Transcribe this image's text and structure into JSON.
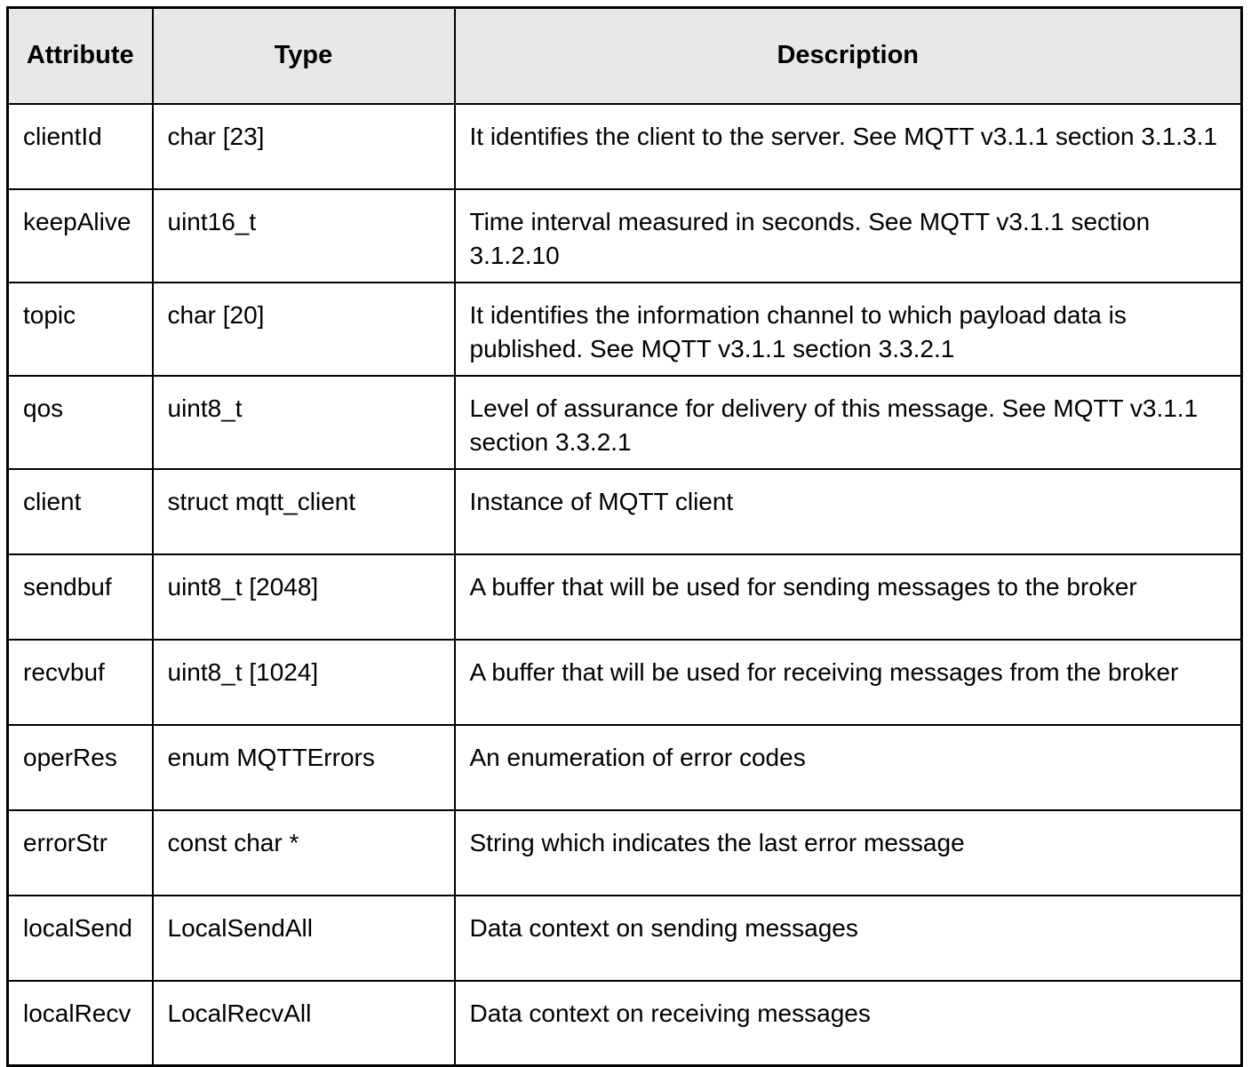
{
  "table": {
    "headers": {
      "attribute": "Attribute",
      "type": "Type",
      "description": "Description"
    },
    "rows": [
      {
        "attribute": "clientId",
        "type": "char [23]",
        "description": "It identifies the client to the server. See MQTT v3.1.1 section 3.1.3.1"
      },
      {
        "attribute": "keepAlive",
        "type": "uint16_t",
        "description": "Time interval measured in seconds. See MQTT v3.1.1 section 3.1.2.10"
      },
      {
        "attribute": "topic",
        "type": "char [20]",
        "description": "It identifies the information channel to which payload data is published. See MQTT v3.1.1 section 3.3.2.1"
      },
      {
        "attribute": "qos",
        "type": "uint8_t",
        "description": "Level of assurance for delivery of this message. See MQTT v3.1.1 section 3.3.2.1"
      },
      {
        "attribute": "client",
        "type": "struct mqtt_client",
        "description": "Instance of MQTT client"
      },
      {
        "attribute": "sendbuf",
        "type": "uint8_t [2048]",
        "description": "A buffer that will be used for sending messages to the broker"
      },
      {
        "attribute": "recvbuf",
        "type": "uint8_t [1024]",
        "description": "A buffer that will be used for receiving messages from the broker"
      },
      {
        "attribute": "operRes",
        "type": "enum MQTTErrors",
        "description": "An enumeration of error codes"
      },
      {
        "attribute": "errorStr",
        "type": "const char *",
        "description": "String which indicates the last error message"
      },
      {
        "attribute": "localSend",
        "type": "LocalSendAll",
        "description": "Data context on sending messages"
      },
      {
        "attribute": "localRecv",
        "type": "LocalRecvAll",
        "description": "Data context on receiving messages"
      }
    ],
    "colors": {
      "header_bg": "#e8e8e8",
      "border": "#000000",
      "text": "#000000",
      "background": "#ffffff"
    }
  }
}
